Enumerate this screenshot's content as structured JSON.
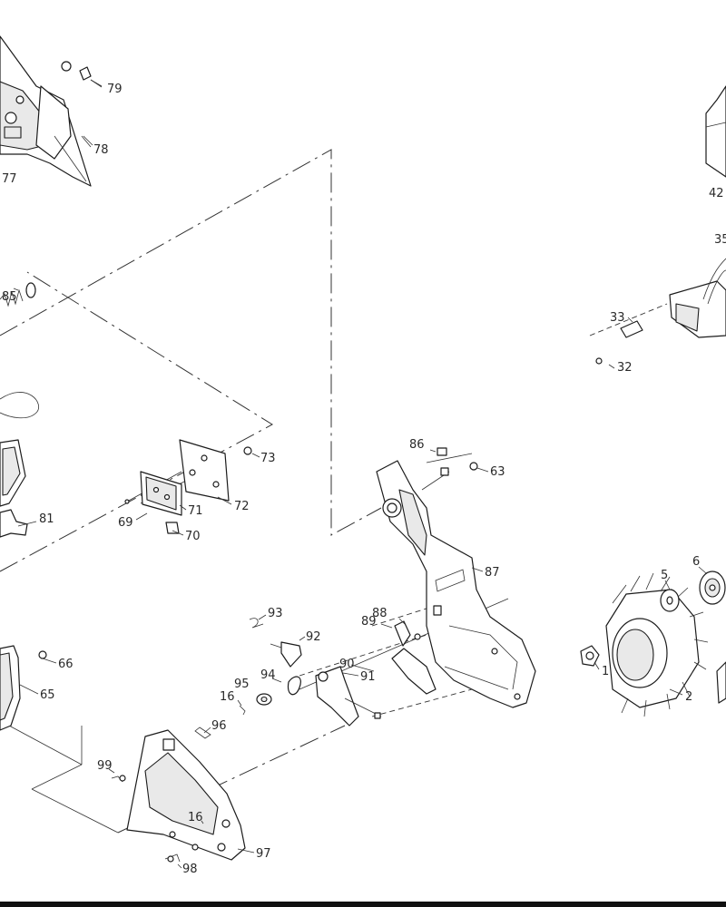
{
  "callouts": [
    {
      "id": "79",
      "text": "79"
    },
    {
      "id": "78",
      "text": "78"
    },
    {
      "id": "77",
      "text": "77"
    },
    {
      "id": "42",
      "text": "42"
    },
    {
      "id": "35",
      "text": "35"
    },
    {
      "id": "85",
      "text": "85"
    },
    {
      "id": "33",
      "text": "33"
    },
    {
      "id": "32",
      "text": "32"
    },
    {
      "id": "73",
      "text": "73"
    },
    {
      "id": "86",
      "text": "86"
    },
    {
      "id": "63",
      "text": "63"
    },
    {
      "id": "81",
      "text": "81"
    },
    {
      "id": "69",
      "text": "69"
    },
    {
      "id": "71",
      "text": "71"
    },
    {
      "id": "72",
      "text": "72"
    },
    {
      "id": "70",
      "text": "70"
    },
    {
      "id": "87",
      "text": "87"
    },
    {
      "id": "6",
      "text": "6"
    },
    {
      "id": "5",
      "text": "5"
    },
    {
      "id": "93",
      "text": "93"
    },
    {
      "id": "88",
      "text": "88"
    },
    {
      "id": "89",
      "text": "89"
    },
    {
      "id": "92",
      "text": "92"
    },
    {
      "id": "90",
      "text": "90"
    },
    {
      "id": "66",
      "text": "66"
    },
    {
      "id": "95",
      "text": "95"
    },
    {
      "id": "94",
      "text": "94"
    },
    {
      "id": "91",
      "text": "91"
    },
    {
      "id": "1",
      "text": "1"
    },
    {
      "id": "2",
      "text": "2"
    },
    {
      "id": "65",
      "text": "65"
    },
    {
      "id": "16a",
      "text": "16"
    },
    {
      "id": "96",
      "text": "96"
    },
    {
      "id": "99",
      "text": "99"
    },
    {
      "id": "16b",
      "text": "16"
    },
    {
      "id": "97",
      "text": "97"
    },
    {
      "id": "98",
      "text": "98"
    }
  ]
}
